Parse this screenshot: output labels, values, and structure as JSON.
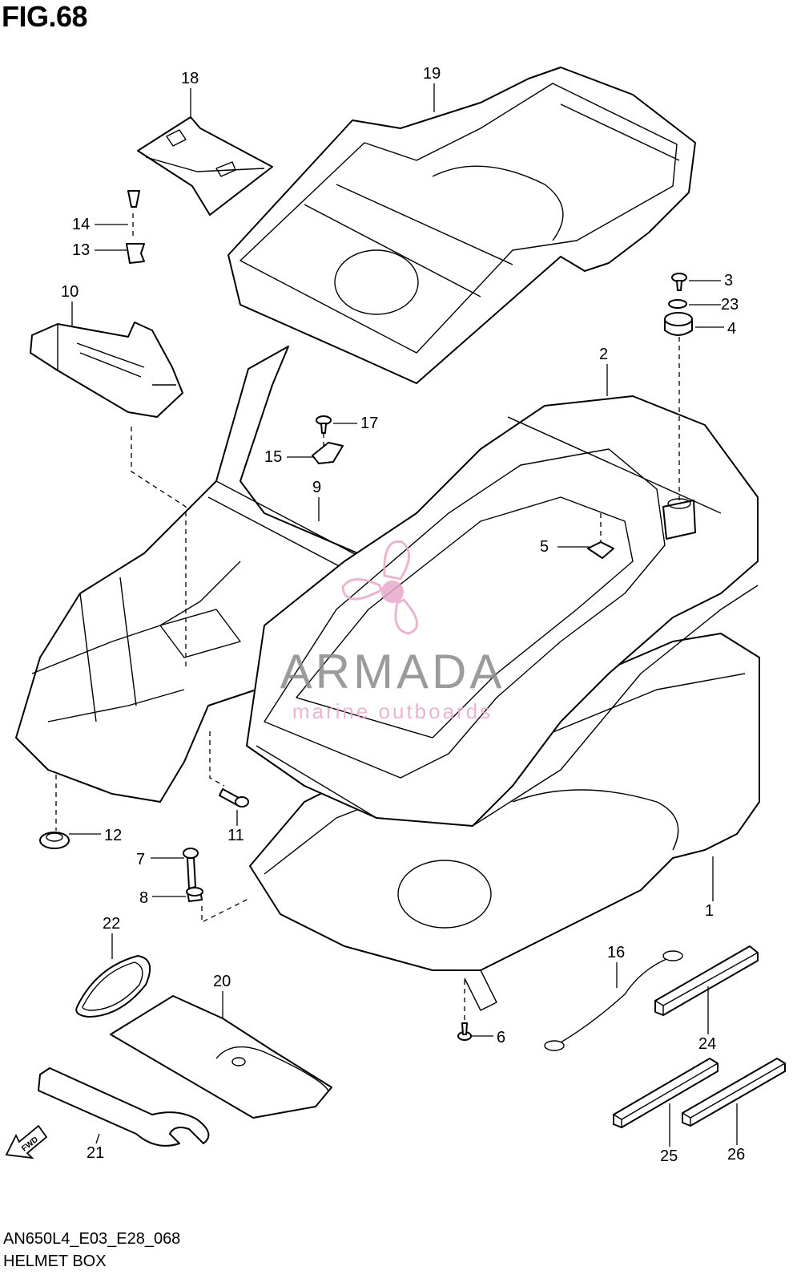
{
  "figure": {
    "title": "FIG.68",
    "model_code": "AN650L4_E03_E28_068",
    "caption": "HELMET BOX"
  },
  "watermark": {
    "brand": "ARMADA",
    "tagline": "marine outboards",
    "accent_color": "#e8a7c8",
    "brand_color": "#8a8a8a"
  },
  "fwd_arrow_label": "FWD",
  "callouts": [
    {
      "id": "1",
      "label": "1"
    },
    {
      "id": "2",
      "label": "2"
    },
    {
      "id": "3",
      "label": "3"
    },
    {
      "id": "4",
      "label": "4"
    },
    {
      "id": "5",
      "label": "5"
    },
    {
      "id": "6",
      "label": "6"
    },
    {
      "id": "7",
      "label": "7"
    },
    {
      "id": "8",
      "label": "8"
    },
    {
      "id": "9",
      "label": "9"
    },
    {
      "id": "10",
      "label": "10"
    },
    {
      "id": "11",
      "label": "11"
    },
    {
      "id": "12",
      "label": "12"
    },
    {
      "id": "13",
      "label": "13"
    },
    {
      "id": "14",
      "label": "14"
    },
    {
      "id": "15",
      "label": "15"
    },
    {
      "id": "16",
      "label": "16"
    },
    {
      "id": "17",
      "label": "17"
    },
    {
      "id": "18",
      "label": "18"
    },
    {
      "id": "19",
      "label": "19"
    },
    {
      "id": "20",
      "label": "20"
    },
    {
      "id": "21",
      "label": "21"
    },
    {
      "id": "22",
      "label": "22"
    },
    {
      "id": "23",
      "label": "23"
    },
    {
      "id": "24",
      "label": "24"
    },
    {
      "id": "25",
      "label": "25"
    },
    {
      "id": "26",
      "label": "26"
    }
  ]
}
